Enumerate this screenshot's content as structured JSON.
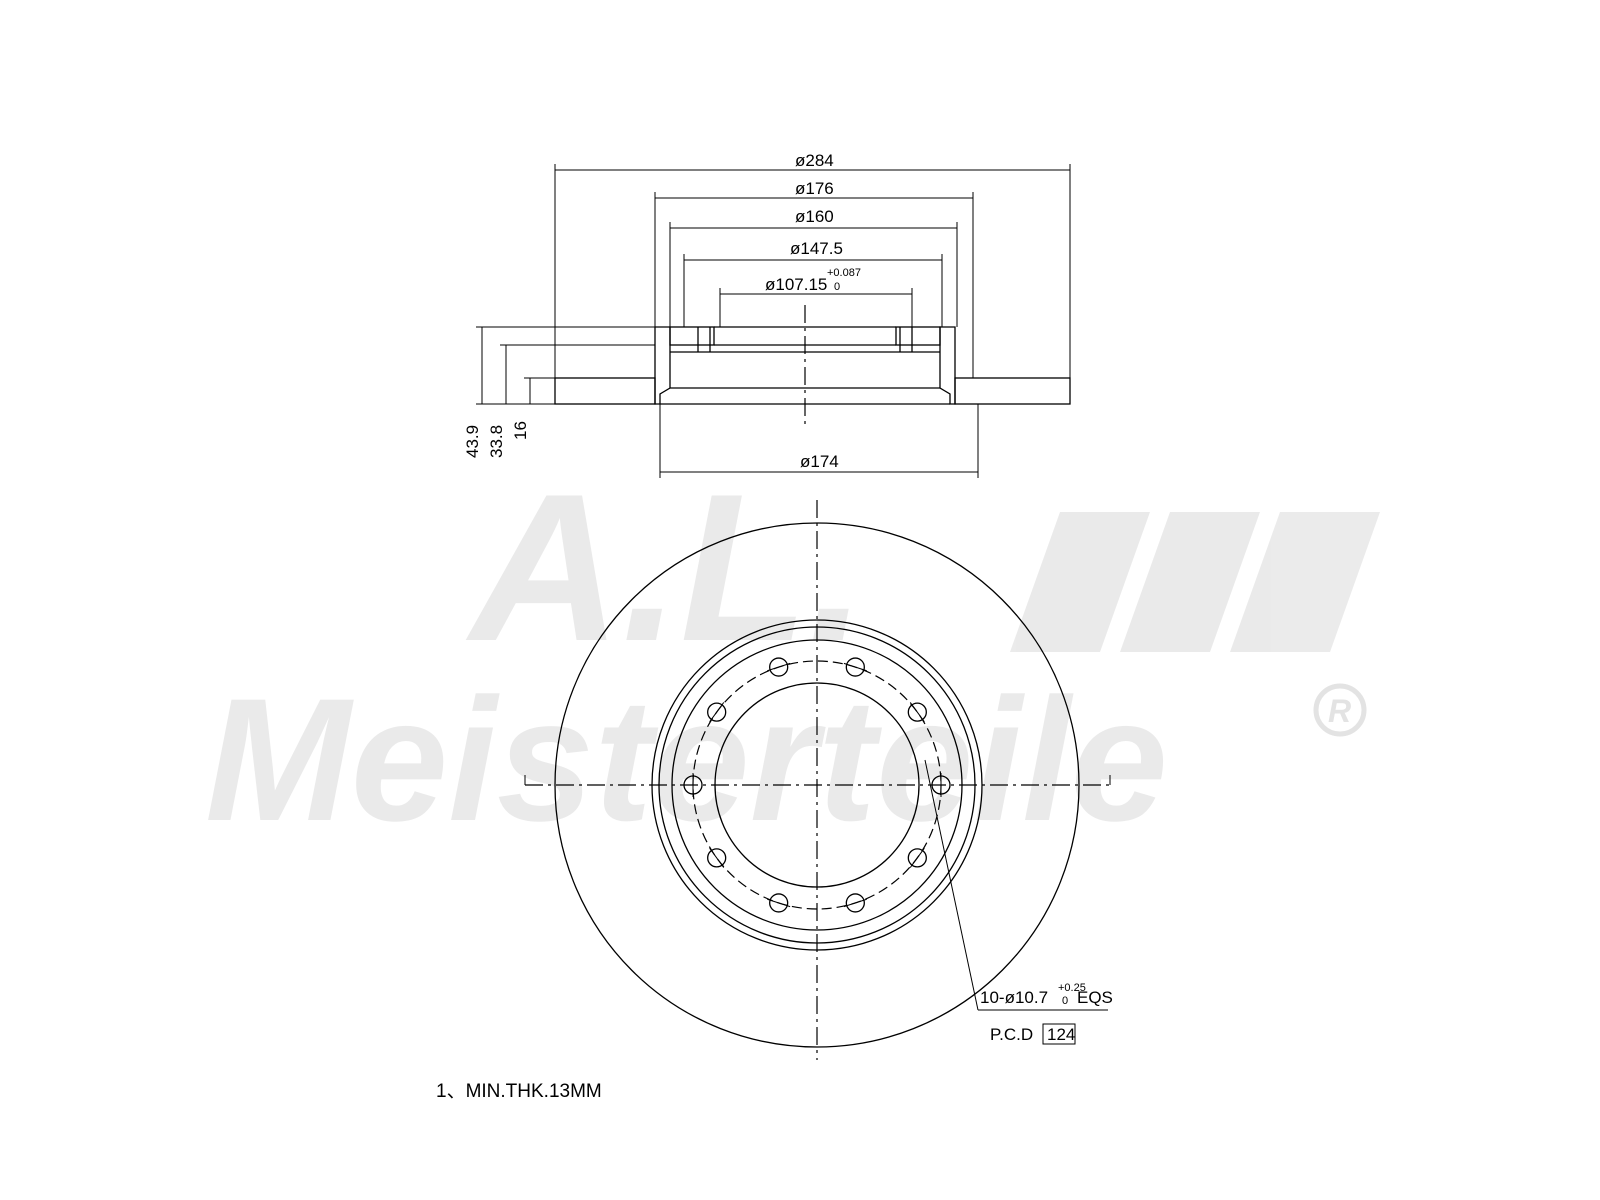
{
  "watermark": {
    "initials": "A.L.",
    "brand": "Meisterteile",
    "registered_mark": "R"
  },
  "side_view": {
    "dims": {
      "d284": "ø284",
      "d176": "ø176",
      "d160": "ø160",
      "d147": "ø147.5",
      "d107": "ø107.15",
      "d107_tol_upper": "+0.087",
      "d107_tol_lower": "0",
      "d174": "ø174",
      "h43": "43.9",
      "h33": "33.8",
      "h16": "16"
    }
  },
  "front_view": {
    "bolt_callout": "10-ø10.7",
    "bolt_tol_upper": "+0.25",
    "bolt_tol_lower": "0",
    "bolt_suffix": "EQS",
    "pcd_label": "P.C.D",
    "pcd_value": "124"
  },
  "notes": {
    "min_thickness": "1、MIN.THK.13MM"
  }
}
